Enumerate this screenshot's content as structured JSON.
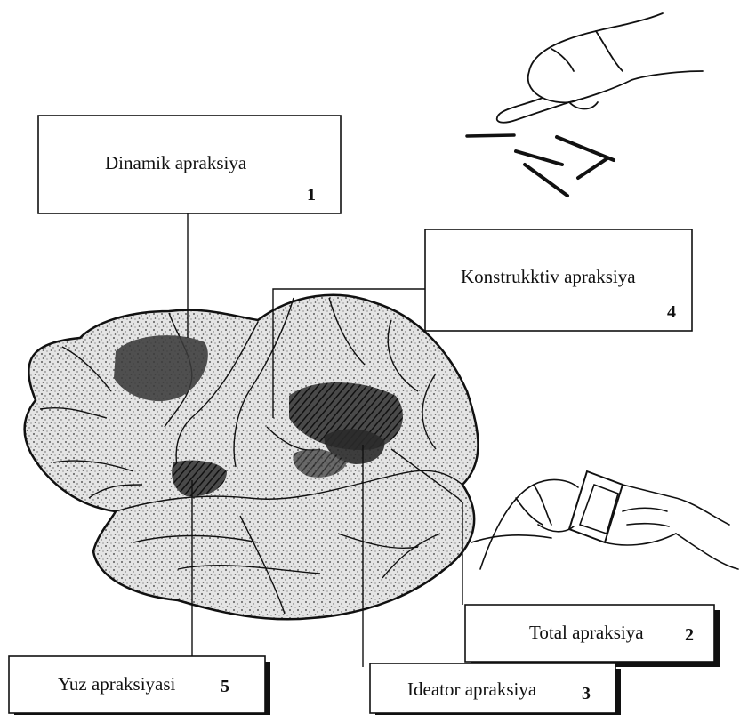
{
  "labels": [
    {
      "id": "dinamik",
      "name": "Dinamik apraksiya",
      "number": "1"
    },
    {
      "id": "total",
      "name": "Total apraksiya",
      "number": "2"
    },
    {
      "id": "ideator",
      "name": "Ideator apraksiya",
      "number": "3"
    },
    {
      "id": "konstruktiv",
      "name": "Konstrukktiv apraksiya",
      "number": "4"
    },
    {
      "id": "yuz",
      "name": "Yuz apraksiyasi",
      "number": "5"
    }
  ],
  "colors": {
    "ink": "#111111",
    "brain_fill": "#cfcfcf",
    "lesion": "#3a3a3a"
  },
  "illustrations": [
    "brain-lateral-view",
    "hand-arranging-sticks",
    "hands-opening-matchbox"
  ]
}
